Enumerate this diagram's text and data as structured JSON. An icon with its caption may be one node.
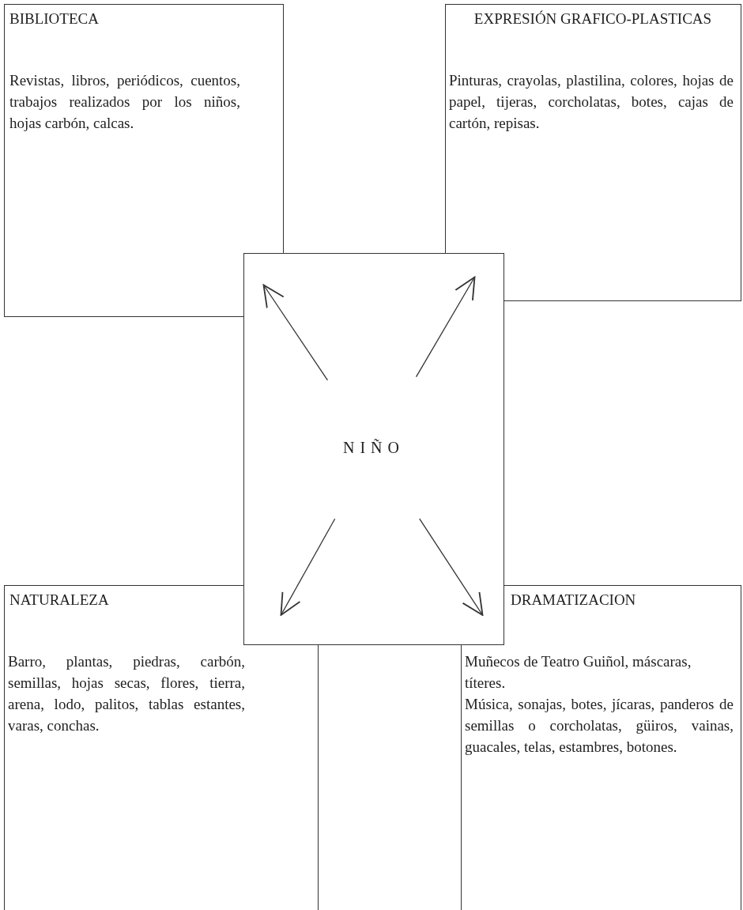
{
  "diagram": {
    "nodes": [
      {
        "text": [
          "BIBLIOTECA",
          "Revistas, libros, periódicos, cuentos, trabajos realizados por los niños, hojas carbón, calcas."
        ]
      },
      {
        "text": [
          "EXPRESIÓN GRAFICO-PLASTICAS",
          "Pinturas, crayolas, plastilina, colores, hojas de papel, tijeras, corcholatas, botes, cajas de cartón, repisas."
        ]
      },
      {
        "text": [
          "NIÑO"
        ]
      },
      {
        "text": [
          "NATURALEZA",
          "Barro, plantas, piedras, carbón, semillas, hojas secas, flores, tierra, arena, lodo, palitos, tablas estantes, varas, conchas."
        ]
      },
      {
        "text": [
          "DRAMATIZACION",
          "Muñecos de Teatro Guiñol, máscaras, títeres.",
          "Música, sonajas, botes, jícaras, panderos de semillas o corcholatas, güiros, vainas, guacales, telas, estambres, botones."
        ]
      }
    ],
    "edges": [
      {
        "from": 2,
        "to": 0,
        "arrow": "to"
      },
      {
        "from": 2,
        "to": 1,
        "arrow": "to"
      },
      {
        "from": 2,
        "to": 3,
        "arrow": "to"
      },
      {
        "from": 2,
        "to": 4,
        "arrow": "to"
      }
    ]
  }
}
